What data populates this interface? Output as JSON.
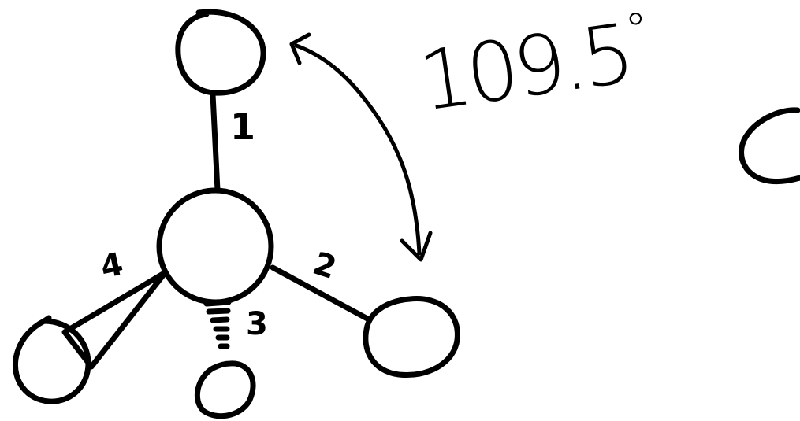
{
  "diagram": {
    "bond_labels": {
      "bond1": "1",
      "bond2": "2",
      "bond3": "3",
      "bond4": "4"
    },
    "angle": {
      "value": "109.5",
      "unit": "°"
    },
    "ink_color": "#000000",
    "background_color": "#ffffff"
  }
}
